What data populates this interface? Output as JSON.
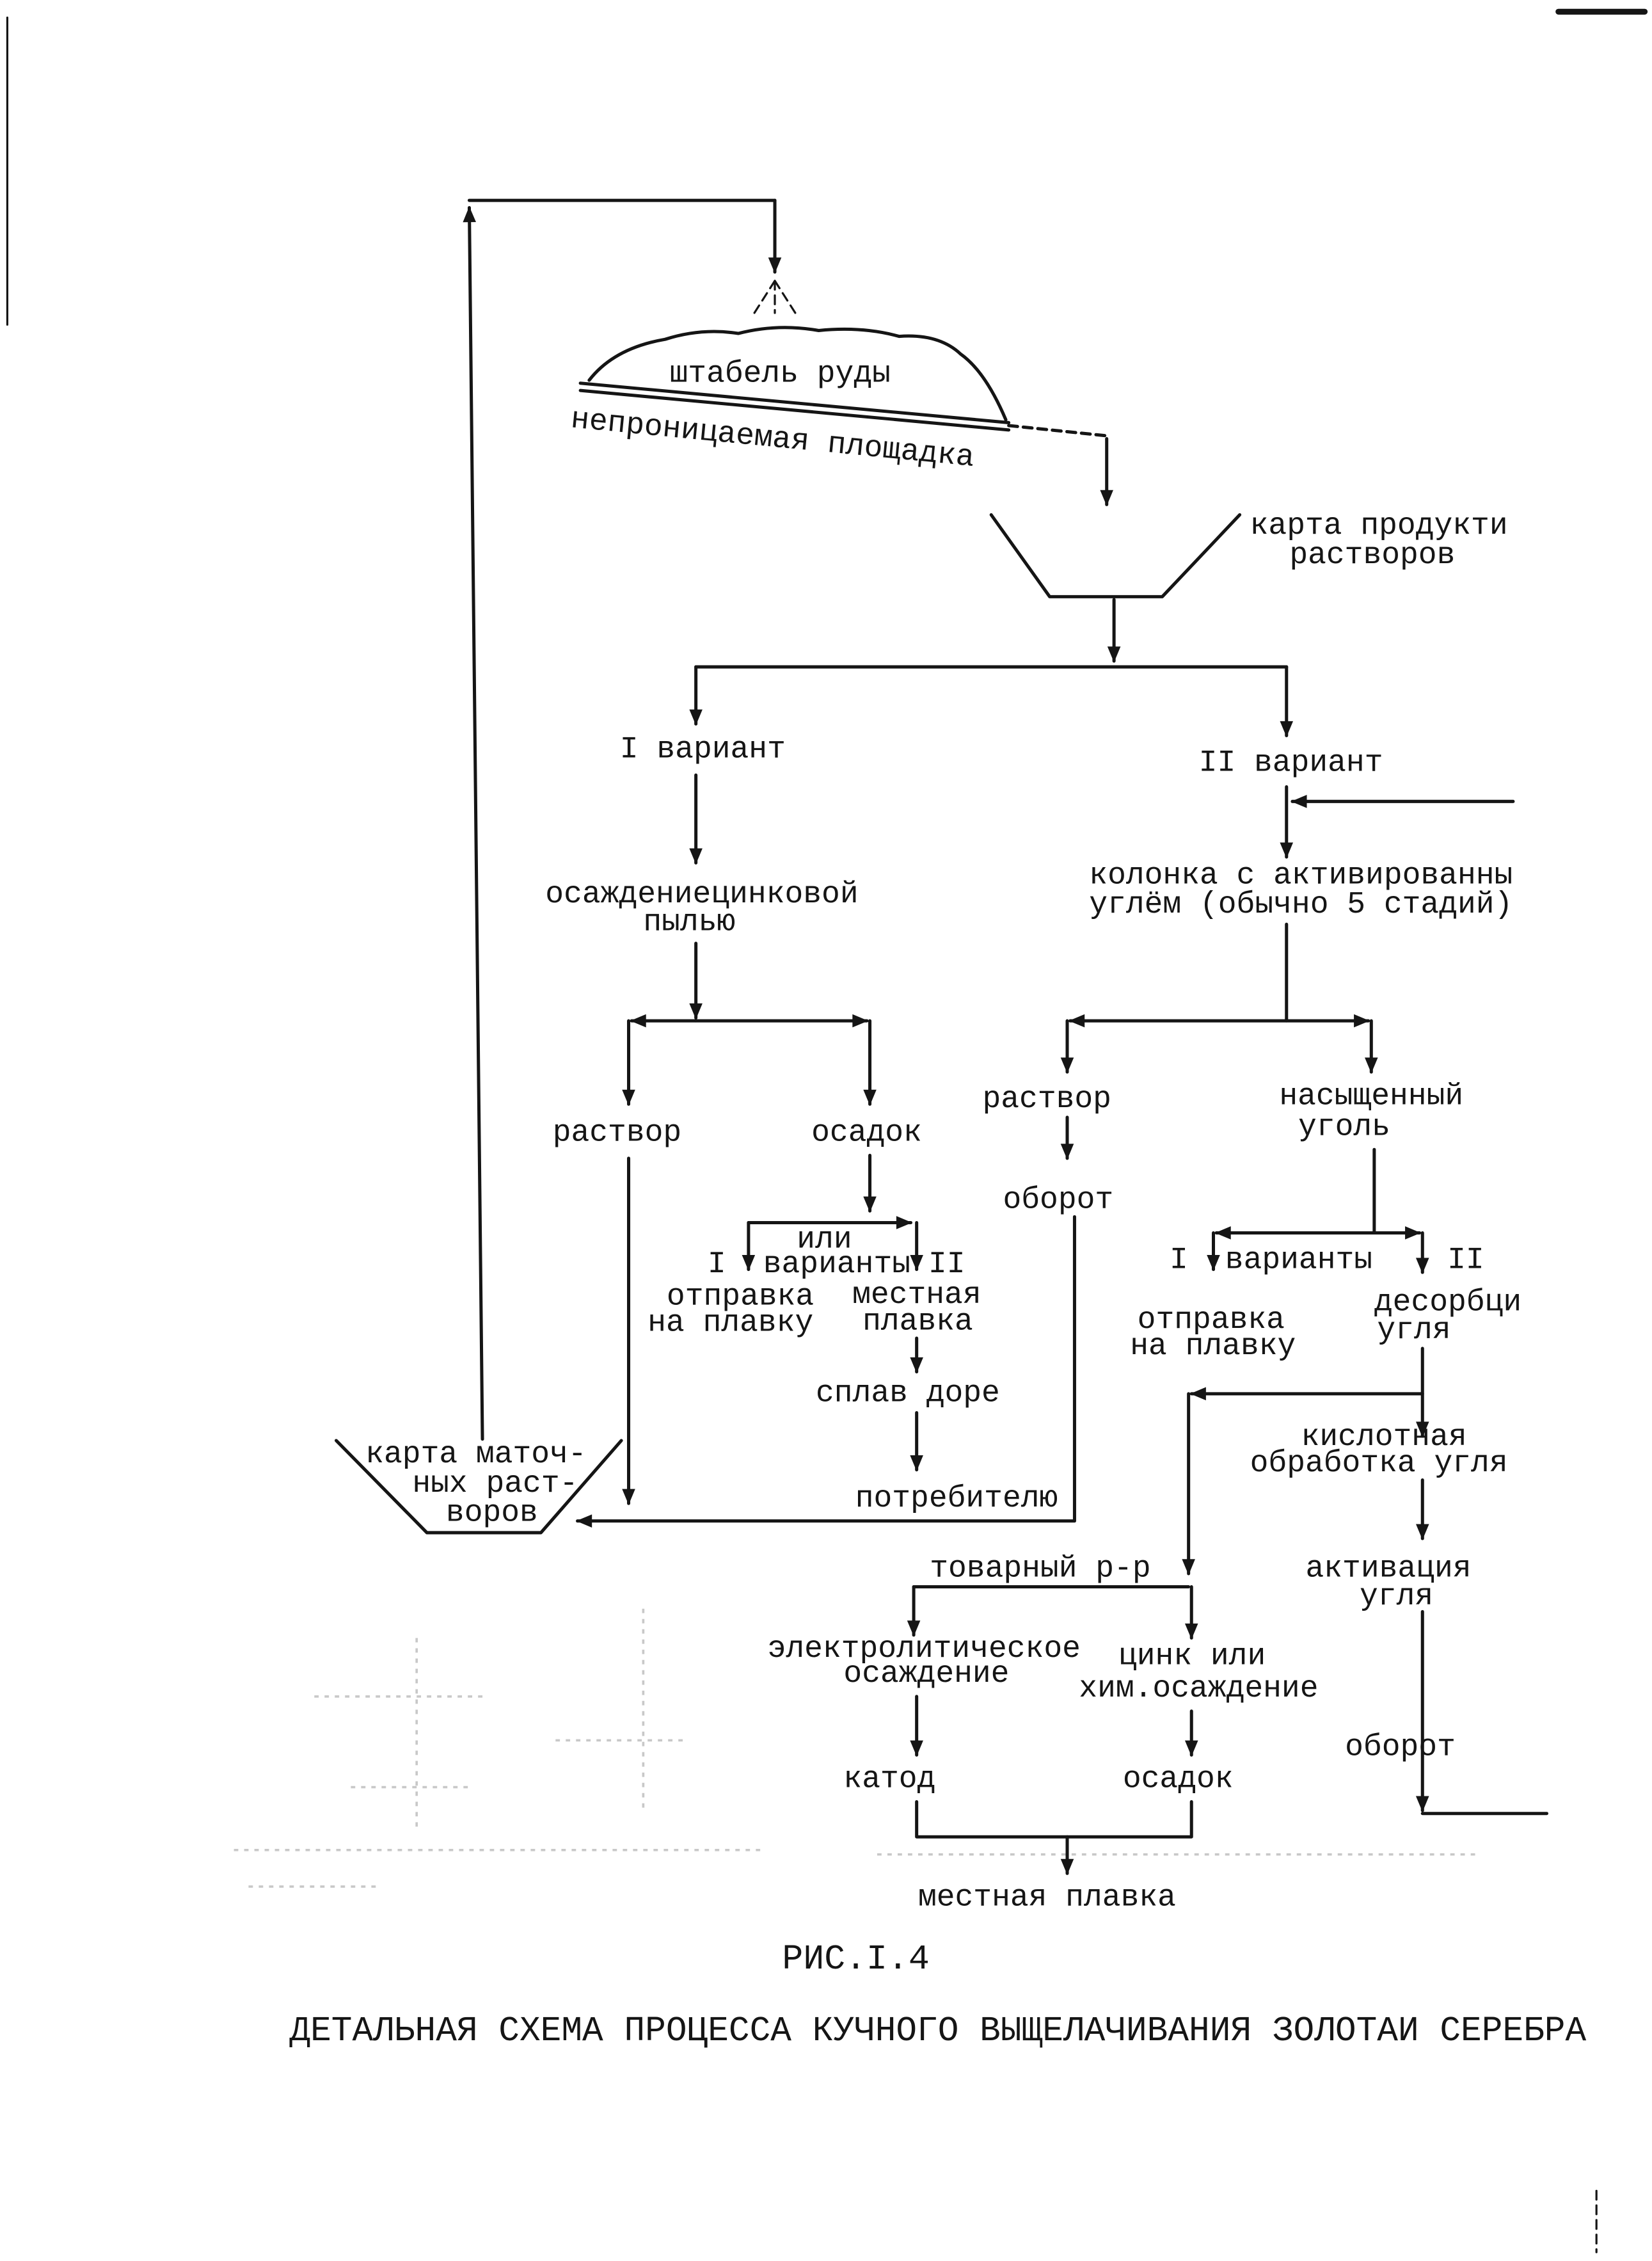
{
  "diagram": {
    "heap": {
      "label": "штабель руды",
      "pad": "непроницаемая площадка"
    },
    "pregnant_pond": {
      "line1": "карта продукти",
      "line2": "растворов"
    },
    "variant_1": "I вариант",
    "variant_2": "II вариант",
    "zinc_dust": {
      "line1": "осаждениецинковой",
      "line2": "пылью"
    },
    "carbon_column": {
      "line1": "колонка с активированны",
      "line2": "углём (обычно 5 стадий)"
    },
    "branch1": {
      "solution": "раствор",
      "precipitate": "осадок",
      "or": "или",
      "variants": "варианты",
      "opt_1": "I",
      "opt_2": "II",
      "ship": {
        "line1": "отправка",
        "line2": "на плавку"
      },
      "local_smelt": {
        "line1": "местная",
        "line2": "плавка"
      },
      "dore": "сплав доре",
      "consumer": "потребителю"
    },
    "branch2": {
      "solution": "раствор",
      "recycle": "оборот",
      "loaded_carbon": {
        "line1": "насыщенный",
        "line2": "уголь"
      },
      "variants": "варианты",
      "opt_1": "I",
      "opt_2": "II",
      "ship": {
        "line1": "отправка",
        "line2": "на плавку"
      },
      "desorption": {
        "line1": "десорбци",
        "line2": "угля"
      },
      "acid_wash": {
        "line1": "кислотная",
        "line2": "обработка угля"
      },
      "activation": {
        "line1": "активация",
        "line2": "угля"
      },
      "carbon_recycle": "оборот"
    },
    "barren_pond": {
      "line1": "карта маточ-",
      "line2": "ных раст-",
      "line3": "воров"
    },
    "recovery": {
      "pregnant_solution": "товарный р-р",
      "electrowinning": {
        "line1": "электролитическое",
        "line2": "осаждение"
      },
      "zinc_or_chem": {
        "line1": "цинк или",
        "line2": "хим.осаждение"
      },
      "cathode": "катод",
      "precipitate": "осадок",
      "final": "местная плавка"
    }
  },
  "caption": {
    "figure": "РИС.I.4",
    "title": "ДЕТАЛЬНАЯ СХЕМА ПРОЦЕССА КУЧНОГО ВЫЩЕЛАЧИВАНИЯ ЗОЛОТАИ СЕРЕБРА"
  },
  "colors": {
    "paper": "#ffffff",
    "ink": "#151515",
    "bleed": "#c8c8c8"
  }
}
